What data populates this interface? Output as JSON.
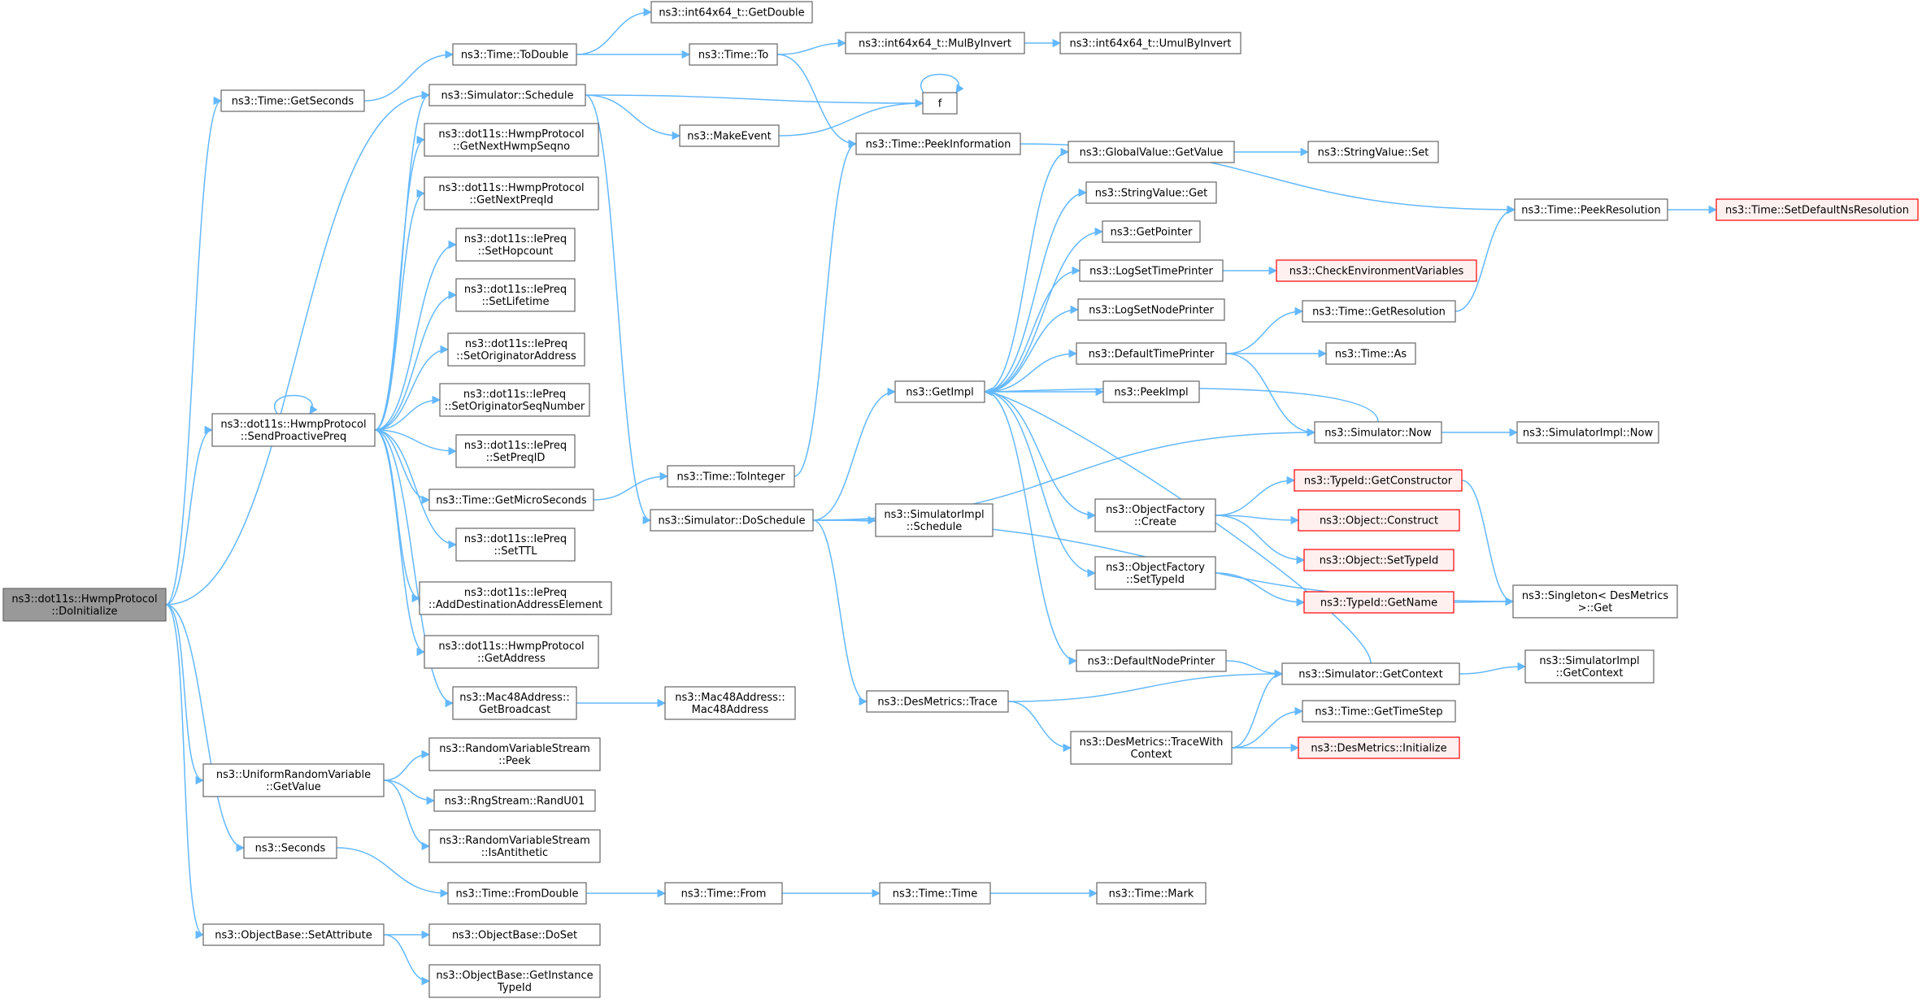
{
  "colors": {
    "edge": "#63b8ff",
    "node_border": "#666666",
    "root_fill": "#999999",
    "truncated_border": "#ff0000",
    "truncated_fill": "#fff0f0"
  },
  "nodes": [
    {
      "id": "root",
      "lines": [
        "ns3::dot11s::HwmpProtocol",
        "::DoInitialize"
      ],
      "kind": "root"
    },
    {
      "id": "getSeconds",
      "lines": [
        "ns3::Time::GetSeconds"
      ]
    },
    {
      "id": "toDouble",
      "lines": [
        "ns3::Time::ToDouble"
      ]
    },
    {
      "id": "getDouble",
      "lines": [
        "ns3::int64x64_t::GetDouble"
      ]
    },
    {
      "id": "timeTo",
      "lines": [
        "ns3::Time::To"
      ]
    },
    {
      "id": "mulByInvert",
      "lines": [
        "ns3::int64x64_t::MulByInvert"
      ]
    },
    {
      "id": "umulByInvert",
      "lines": [
        "ns3::int64x64_t::UmulByInvert"
      ]
    },
    {
      "id": "schedule",
      "lines": [
        "ns3::Simulator::Schedule"
      ]
    },
    {
      "id": "f",
      "lines": [
        "f"
      ]
    },
    {
      "id": "makeEvent",
      "lines": [
        "ns3::MakeEvent"
      ]
    },
    {
      "id": "peekInfo",
      "lines": [
        "ns3::Time::PeekInformation"
      ]
    },
    {
      "id": "peekRes",
      "lines": [
        "ns3::Time::PeekResolution"
      ]
    },
    {
      "id": "setDefNs",
      "lines": [
        "ns3::Time::SetDefaultNsResolution"
      ],
      "kind": "trunc"
    },
    {
      "id": "nextHwmpSeqno",
      "lines": [
        "ns3::dot11s::HwmpProtocol",
        "::GetNextHwmpSeqno"
      ]
    },
    {
      "id": "nextPreqId",
      "lines": [
        "ns3::dot11s::HwmpProtocol",
        "::GetNextPreqId"
      ]
    },
    {
      "id": "setHopcount",
      "lines": [
        "ns3::dot11s::IePreq",
        "::SetHopcount"
      ]
    },
    {
      "id": "setLifetime",
      "lines": [
        "ns3::dot11s::IePreq",
        "::SetLifetime"
      ]
    },
    {
      "id": "setOrigAddr",
      "lines": [
        "ns3::dot11s::IePreq",
        "::SetOriginatorAddress"
      ]
    },
    {
      "id": "setOrigSeq",
      "lines": [
        "ns3::dot11s::IePreq",
        "::SetOriginatorSeqNumber"
      ]
    },
    {
      "id": "setPreqId",
      "lines": [
        "ns3::dot11s::IePreq",
        "::SetPreqID"
      ]
    },
    {
      "id": "getMicro",
      "lines": [
        "ns3::Time::GetMicroSeconds"
      ]
    },
    {
      "id": "setTTL",
      "lines": [
        "ns3::dot11s::IePreq",
        "::SetTTL"
      ]
    },
    {
      "id": "addDest",
      "lines": [
        "ns3::dot11s::IePreq",
        "::AddDestinationAddressElement"
      ]
    },
    {
      "id": "getAddress",
      "lines": [
        "ns3::dot11s::HwmpProtocol",
        "::GetAddress"
      ]
    },
    {
      "id": "getBroadcast",
      "lines": [
        "ns3::Mac48Address::",
        "GetBroadcast"
      ]
    },
    {
      "id": "mac48",
      "lines": [
        "ns3::Mac48Address::",
        "Mac48Address"
      ]
    },
    {
      "id": "sendProactive",
      "lines": [
        "ns3::dot11s::HwmpProtocol",
        "::SendProactivePreq"
      ]
    },
    {
      "id": "toInteger",
      "lines": [
        "ns3::Time::ToInteger"
      ]
    },
    {
      "id": "doSchedule",
      "lines": [
        "ns3::Simulator::DoSchedule"
      ]
    },
    {
      "id": "simImplSchedule",
      "lines": [
        "ns3::SimulatorImpl",
        "::Schedule"
      ]
    },
    {
      "id": "getImpl",
      "lines": [
        "ns3::GetImpl"
      ]
    },
    {
      "id": "gvGetValue",
      "lines": [
        "ns3::GlobalValue::GetValue"
      ]
    },
    {
      "id": "svSet",
      "lines": [
        "ns3::StringValue::Set"
      ]
    },
    {
      "id": "svGet",
      "lines": [
        "ns3::StringValue::Get"
      ]
    },
    {
      "id": "getPointer",
      "lines": [
        "ns3::GetPointer"
      ]
    },
    {
      "id": "logSetTime",
      "lines": [
        "ns3::LogSetTimePrinter"
      ]
    },
    {
      "id": "checkEnv",
      "lines": [
        "ns3::CheckEnvironmentVariables"
      ],
      "kind": "trunc"
    },
    {
      "id": "logSetNode",
      "lines": [
        "ns3::LogSetNodePrinter"
      ]
    },
    {
      "id": "defTimePrinter",
      "lines": [
        "ns3::DefaultTimePrinter"
      ]
    },
    {
      "id": "getRes",
      "lines": [
        "ns3::Time::GetResolution"
      ]
    },
    {
      "id": "timeAs",
      "lines": [
        "ns3::Time::As"
      ]
    },
    {
      "id": "peekImpl",
      "lines": [
        "ns3::PeekImpl"
      ]
    },
    {
      "id": "simNow",
      "lines": [
        "ns3::Simulator::Now"
      ]
    },
    {
      "id": "simImplNow",
      "lines": [
        "ns3::SimulatorImpl::Now"
      ]
    },
    {
      "id": "ofCreate",
      "lines": [
        "ns3::ObjectFactory",
        "::Create"
      ]
    },
    {
      "id": "getCtor",
      "lines": [
        "ns3::TypeId::GetConstructor"
      ],
      "kind": "trunc"
    },
    {
      "id": "objConstruct",
      "lines": [
        "ns3::Object::Construct"
      ],
      "kind": "trunc"
    },
    {
      "id": "objSetTypeId",
      "lines": [
        "ns3::Object::SetTypeId"
      ],
      "kind": "trunc"
    },
    {
      "id": "ofSetTypeId",
      "lines": [
        "ns3::ObjectFactory",
        "::SetTypeId"
      ]
    },
    {
      "id": "getName",
      "lines": [
        "ns3::TypeId::GetName"
      ],
      "kind": "trunc"
    },
    {
      "id": "singletonGet",
      "lines": [
        "ns3::Singleton< DesMetrics",
        ">::Get"
      ]
    },
    {
      "id": "defNodePrinter",
      "lines": [
        "ns3::DefaultNodePrinter"
      ]
    },
    {
      "id": "getContext",
      "lines": [
        "ns3::Simulator::GetContext"
      ]
    },
    {
      "id": "simImplCtx",
      "lines": [
        "ns3::SimulatorImpl",
        "::GetContext"
      ]
    },
    {
      "id": "desTrace",
      "lines": [
        "ns3::DesMetrics::Trace"
      ]
    },
    {
      "id": "traceWithCtx",
      "lines": [
        "ns3::DesMetrics::TraceWith",
        "Context"
      ]
    },
    {
      "id": "getTimeStep",
      "lines": [
        "ns3::Time::GetTimeStep"
      ]
    },
    {
      "id": "desInit",
      "lines": [
        "ns3::DesMetrics::Initialize"
      ],
      "kind": "trunc"
    },
    {
      "id": "urvGetValue",
      "lines": [
        "ns3::UniformRandomVariable",
        "::GetValue"
      ]
    },
    {
      "id": "rvsPeek",
      "lines": [
        "ns3::RandomVariableStream",
        "::Peek"
      ]
    },
    {
      "id": "randU01",
      "lines": [
        "ns3::RngStream::RandU01"
      ]
    },
    {
      "id": "isAnti",
      "lines": [
        "ns3::RandomVariableStream",
        "::IsAntithetic"
      ]
    },
    {
      "id": "seconds",
      "lines": [
        "ns3::Seconds"
      ]
    },
    {
      "id": "fromDouble",
      "lines": [
        "ns3::Time::FromDouble"
      ]
    },
    {
      "id": "timeFrom",
      "lines": [
        "ns3::Time::From"
      ]
    },
    {
      "id": "timeTime",
      "lines": [
        "ns3::Time::Time"
      ]
    },
    {
      "id": "timeMark",
      "lines": [
        "ns3::Time::Mark"
      ]
    },
    {
      "id": "setAttr",
      "lines": [
        "ns3::ObjectBase::SetAttribute"
      ]
    },
    {
      "id": "doSet",
      "lines": [
        "ns3::ObjectBase::DoSet"
      ]
    },
    {
      "id": "getInstTid",
      "lines": [
        "ns3::ObjectBase::GetInstance",
        "TypeId"
      ]
    }
  ],
  "edges": [
    [
      "root",
      "getSeconds"
    ],
    [
      "root",
      "schedule"
    ],
    [
      "root",
      "sendProactive"
    ],
    [
      "root",
      "urvGetValue"
    ],
    [
      "root",
      "seconds"
    ],
    [
      "root",
      "setAttr"
    ],
    [
      "getSeconds",
      "toDouble"
    ],
    [
      "toDouble",
      "getDouble"
    ],
    [
      "toDouble",
      "timeTo"
    ],
    [
      "timeTo",
      "mulByInvert"
    ],
    [
      "timeTo",
      "peekInfo"
    ],
    [
      "mulByInvert",
      "umulByInvert"
    ],
    [
      "schedule",
      "f"
    ],
    [
      "schedule",
      "makeEvent"
    ],
    [
      "schedule",
      "doSchedule"
    ],
    [
      "makeEvent",
      "f"
    ],
    [
      "f",
      "f"
    ],
    [
      "peekInfo",
      "peekRes"
    ],
    [
      "peekRes",
      "setDefNs"
    ],
    [
      "sendProactive",
      "sendProactive"
    ],
    [
      "sendProactive",
      "schedule"
    ],
    [
      "sendProactive",
      "nextHwmpSeqno"
    ],
    [
      "sendProactive",
      "nextPreqId"
    ],
    [
      "sendProactive",
      "setHopcount"
    ],
    [
      "sendProactive",
      "setLifetime"
    ],
    [
      "sendProactive",
      "setOrigAddr"
    ],
    [
      "sendProactive",
      "setOrigSeq"
    ],
    [
      "sendProactive",
      "setPreqId"
    ],
    [
      "sendProactive",
      "getMicro"
    ],
    [
      "sendProactive",
      "setTTL"
    ],
    [
      "sendProactive",
      "addDest"
    ],
    [
      "sendProactive",
      "getAddress"
    ],
    [
      "sendProactive",
      "getBroadcast"
    ],
    [
      "getBroadcast",
      "mac48"
    ],
    [
      "getMicro",
      "toInteger"
    ],
    [
      "toInteger",
      "peekInfo"
    ],
    [
      "doSchedule",
      "getImpl"
    ],
    [
      "doSchedule",
      "simImplSchedule"
    ],
    [
      "doSchedule",
      "simNow"
    ],
    [
      "doSchedule",
      "desTrace"
    ],
    [
      "doSchedule",
      "singletonGet"
    ],
    [
      "getImpl",
      "gvGetValue"
    ],
    [
      "getImpl",
      "svGet"
    ],
    [
      "getImpl",
      "getPointer"
    ],
    [
      "getImpl",
      "logSetTime"
    ],
    [
      "getImpl",
      "logSetNode"
    ],
    [
      "getImpl",
      "defTimePrinter"
    ],
    [
      "getImpl",
      "peekImpl"
    ],
    [
      "getImpl",
      "ofCreate"
    ],
    [
      "getImpl",
      "ofSetTypeId"
    ],
    [
      "getImpl",
      "defNodePrinter"
    ],
    [
      "gvGetValue",
      "svSet"
    ],
    [
      "logSetTime",
      "checkEnv"
    ],
    [
      "defTimePrinter",
      "getRes"
    ],
    [
      "defTimePrinter",
      "timeAs"
    ],
    [
      "defTimePrinter",
      "simNow"
    ],
    [
      "getRes",
      "peekRes"
    ],
    [
      "simNow",
      "getImpl"
    ],
    [
      "simNow",
      "simImplNow"
    ],
    [
      "ofCreate",
      "getCtor"
    ],
    [
      "ofCreate",
      "objConstruct"
    ],
    [
      "ofCreate",
      "objSetTypeId"
    ],
    [
      "getCtor",
      "singletonGet"
    ],
    [
      "ofSetTypeId",
      "getName"
    ],
    [
      "getName",
      "singletonGet"
    ],
    [
      "defNodePrinter",
      "getContext"
    ],
    [
      "getContext",
      "getImpl"
    ],
    [
      "getContext",
      "simImplCtx"
    ],
    [
      "desTrace",
      "getContext"
    ],
    [
      "desTrace",
      "traceWithCtx"
    ],
    [
      "traceWithCtx",
      "getContext"
    ],
    [
      "traceWithCtx",
      "getTimeStep"
    ],
    [
      "traceWithCtx",
      "desInit"
    ],
    [
      "urvGetValue",
      "rvsPeek"
    ],
    [
      "urvGetValue",
      "randU01"
    ],
    [
      "urvGetValue",
      "isAnti"
    ],
    [
      "seconds",
      "fromDouble"
    ],
    [
      "fromDouble",
      "timeFrom"
    ],
    [
      "timeFrom",
      "timeTime"
    ],
    [
      "timeTime",
      "timeMark"
    ],
    [
      "setAttr",
      "doSet"
    ],
    [
      "setAttr",
      "getInstTid"
    ]
  ]
}
